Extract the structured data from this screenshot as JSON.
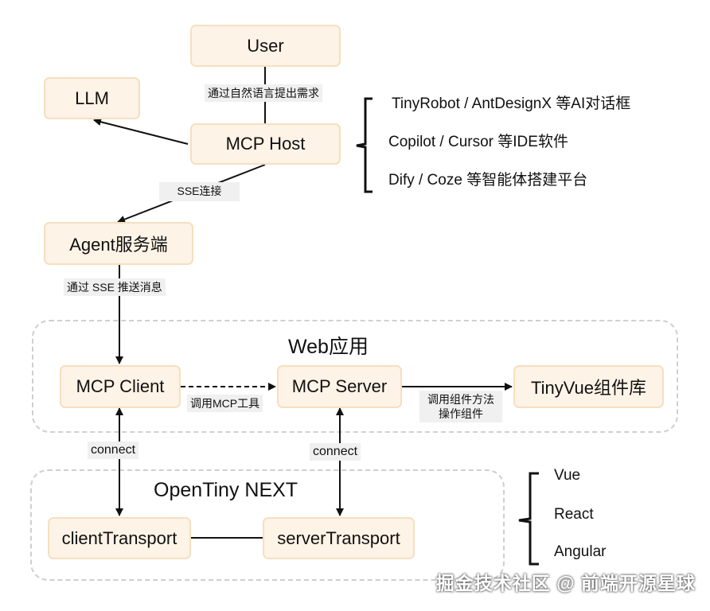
{
  "nodes": {
    "user": "User",
    "llm": "LLM",
    "mcp_host": "MCP Host",
    "agent": "Agent服务端",
    "mcp_client": "MCP Client",
    "mcp_server": "MCP Server",
    "tinyvue": "TinyVue组件库",
    "client_transport": "clientTransport",
    "server_transport": "serverTransport"
  },
  "edge_labels": {
    "user_to_host": "通过自然语言提出需求",
    "host_to_agent": "SSE连接",
    "agent_to_client": "通过 SSE 推送消息",
    "client_to_server": "调用MCP工具",
    "server_to_tinyvue_line1": "调用组件方法",
    "server_to_tinyvue_line2": "操作组件",
    "client_connect": "connect",
    "server_connect": "connect"
  },
  "groups": {
    "web_app": "Web应用",
    "opentiny": "OpenTiny NEXT"
  },
  "host_examples": [
    "TinyRobot / AntDesignX 等AI对话框",
    "Copilot / Cursor 等IDE软件",
    "Dify / Coze 等智能体搭建平台"
  ],
  "frameworks": [
    "Vue",
    "React",
    "Angular"
  ],
  "watermark": "掘金技术社区 @ 前端开源星球",
  "colors": {
    "node_fill": "#fdf3e6",
    "node_border": "#f6dfc0",
    "label_bg": "#f0f0f0",
    "frame_border": "#cfcfcf"
  }
}
